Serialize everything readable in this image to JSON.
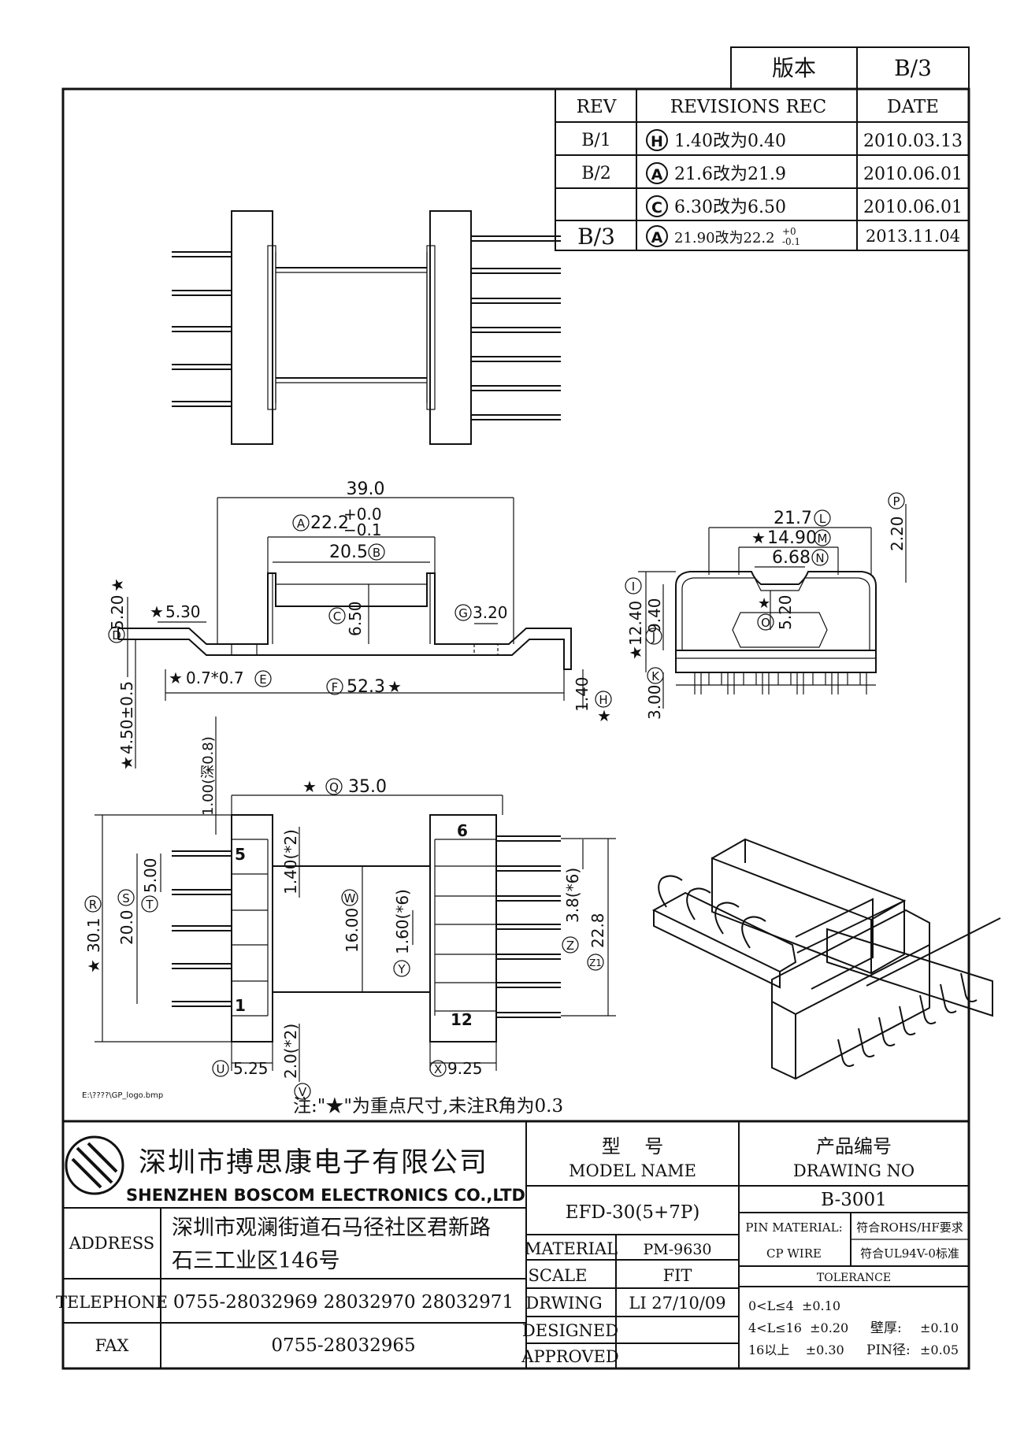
{
  "version_box": {
    "label": "版本",
    "value": "B/3"
  },
  "revisions": {
    "headers": {
      "rev": "REV",
      "rec": "REVISIONS REC",
      "date": "DATE"
    },
    "rows": [
      {
        "rev": "B/1",
        "mark": "H",
        "text": "1.40改为0.40",
        "date": "2010.03.13"
      },
      {
        "rev": "B/2",
        "mark": "A",
        "text": "21.6改为21.9",
        "date": "2010.06.01"
      },
      {
        "rev": "",
        "mark": "C",
        "text": "6.30改为6.50",
        "date": "2010.06.01"
      },
      {
        "rev": "B/3",
        "mark": "A",
        "text": "21.90改为22.2",
        "tol_plus": "+0",
        "tol_minus": "-0.1",
        "date": "2013.11.04"
      }
    ]
  },
  "front_view": {
    "dim_overall": "39.0",
    "dim_a": "22.2",
    "dim_a_plus": "+0.0",
    "dim_a_minus": "−0.1",
    "mark_a": "A",
    "dim_b": "20.5",
    "mark_b": "B",
    "dim_c": "6.50",
    "mark_c": "C",
    "dim_g": "3.20",
    "mark_g": "G",
    "dim_d": "5.20",
    "mark_d": "D",
    "dim_530": "5.30",
    "dim_e": "0.7*0.7",
    "mark_e": "E",
    "dim_f": "52.3",
    "mark_f": "F",
    "dim_450": "4.50±0.5",
    "dim_h": "1.40",
    "mark_h": "H",
    "star": "★"
  },
  "side_view": {
    "dim_l": "21.7",
    "mark_l": "L",
    "dim_m": "14.90",
    "mark_m": "M",
    "dim_n": "6.68",
    "mark_n": "N",
    "dim_p": "2.20",
    "mark_p": "P",
    "dim_i": "12.40",
    "mark_i": "I",
    "dim_j": "9.40",
    "mark_j": "J",
    "dim_o": "5.20",
    "mark_o": "O",
    "dim_k": "3.00",
    "mark_k": "K"
  },
  "bottom_view": {
    "dim_depth": "1.00(深0.8)",
    "dim_q": "35.0",
    "mark_q": "Q",
    "dim_140x2": "1.40(*2)",
    "dim_r": "30.1",
    "mark_r": "R",
    "dim_s": "20.0",
    "mark_s": "S",
    "dim_t": "5.00",
    "mark_t": "T",
    "dim_w": "16.00",
    "mark_w": "W",
    "dim_y": "1.60(*6)",
    "mark_y": "Y",
    "dim_38x6": "3.8(*6)",
    "dim_z1": "22.8",
    "mark_z1": "Z1",
    "mark_z": "Z",
    "dim_u": "5.25",
    "mark_u": "U",
    "dim_v": "2.0(*2)",
    "mark_v": "V",
    "dim_x": "9.25",
    "mark_x": "X",
    "pin_1": "1",
    "pin_5": "5",
    "pin_6": "6",
    "pin_12": "12"
  },
  "file_path": "E:\\????\\GP_logo.bmp",
  "note": "注:\"★\"为重点尺寸,未注R角为0.3",
  "title_block": {
    "company_cn": "深圳市搏思康电子有限公司",
    "company_en": "SHENZHEN BOSCOM ELECTRONICS CO.,LTD",
    "model_label_cn": "型    号",
    "model_label_en": "MODEL NAME",
    "model_value": "EFD-30(5+7P)",
    "drawing_label_cn": "产品编号",
    "drawing_label_en": "DRAWING NO",
    "drawing_value": "B-3001",
    "address_label": "ADDRESS",
    "address_line1": "深圳市观澜街道石马径社区君新路",
    "address_line2": "石三工业区146号",
    "telephone_label": "TELEPHONE",
    "telephone_value": "0755-28032969 28032970 28032971",
    "fax_label": "FAX",
    "fax_value": "0755-28032965",
    "material_label": "MATERIAL",
    "material_value": "PM-9630",
    "scale_label": "SCALE",
    "scale_value": "FIT",
    "drwing_label": "DRWING",
    "drwing_value": "LI 27/10/09",
    "designed_label": "DESIGNED",
    "approved_label": "APPROVED",
    "pin_material_label": "PIN MATERIAL:",
    "pin_material_value": "符合ROHS/HF要求",
    "cp_wire_label": "CP WIRE",
    "cp_wire_value": "符合UL94V-0标准",
    "tolerance_label": "TOLERANCE",
    "tol_row1": "0<L≤4  ±0.10",
    "tol_row2": "4<L≤16  ±0.20",
    "tol_row3": "16以上    ±0.30",
    "wall_label": "壁厚:",
    "wall_value": "±0.10",
    "pin_dia_label": "PIN径:",
    "pin_dia_value": "±0.05"
  }
}
